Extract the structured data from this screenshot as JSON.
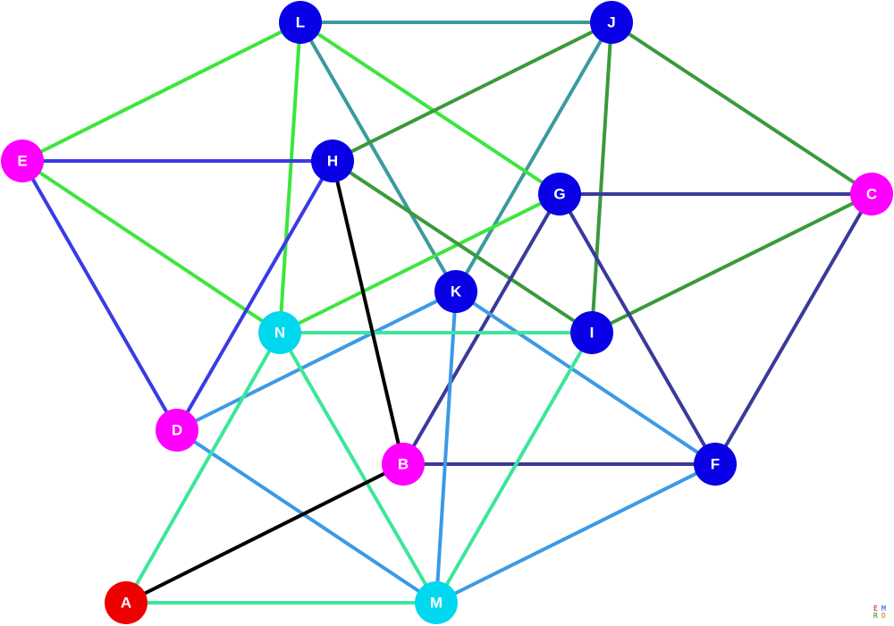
{
  "colors": {
    "background": "#ffffff",
    "node_blue": "#0a00e6",
    "node_magenta": "#ff00ff",
    "node_cyan": "#00d8f0",
    "node_red": "#ee0000",
    "edge_teal": "#3a9aa0",
    "edge_lime": "#3ce63c",
    "edge_dark_green": "#3a9a3a",
    "edge_blue": "#3a3ae6",
    "edge_navy": "#3a3a9a",
    "edge_light_blue": "#3c9ae6",
    "edge_mint": "#3ce69a",
    "edge_black": "#000000"
  },
  "nodes": [
    {
      "id": "L",
      "label": "L",
      "color": "node_blue"
    },
    {
      "id": "J",
      "label": "J",
      "color": "node_blue"
    },
    {
      "id": "E",
      "label": "E",
      "color": "node_magenta"
    },
    {
      "id": "H",
      "label": "H",
      "color": "node_blue"
    },
    {
      "id": "G",
      "label": "G",
      "color": "node_blue"
    },
    {
      "id": "C",
      "label": "C",
      "color": "node_magenta"
    },
    {
      "id": "K",
      "label": "K",
      "color": "node_blue"
    },
    {
      "id": "N",
      "label": "N",
      "color": "node_cyan"
    },
    {
      "id": "I",
      "label": "I",
      "color": "node_blue"
    },
    {
      "id": "D",
      "label": "D",
      "color": "node_magenta"
    },
    {
      "id": "B",
      "label": "B",
      "color": "node_magenta"
    },
    {
      "id": "F",
      "label": "F",
      "color": "node_blue"
    },
    {
      "id": "A",
      "label": "A",
      "color": "node_red"
    },
    {
      "id": "M",
      "label": "M",
      "color": "node_cyan"
    }
  ],
  "edges": [
    {
      "from": "L",
      "to": "J",
      "color": "edge_teal"
    },
    {
      "from": "L",
      "to": "K",
      "color": "edge_teal"
    },
    {
      "from": "J",
      "to": "K",
      "color": "edge_teal"
    },
    {
      "from": "L",
      "to": "E",
      "color": "edge_lime"
    },
    {
      "from": "L",
      "to": "N",
      "color": "edge_lime"
    },
    {
      "from": "L",
      "to": "G",
      "color": "edge_lime"
    },
    {
      "from": "E",
      "to": "N",
      "color": "edge_lime"
    },
    {
      "from": "G",
      "to": "N",
      "color": "edge_lime"
    },
    {
      "from": "J",
      "to": "H",
      "color": "edge_dark_green"
    },
    {
      "from": "J",
      "to": "C",
      "color": "edge_dark_green"
    },
    {
      "from": "J",
      "to": "I",
      "color": "edge_dark_green"
    },
    {
      "from": "H",
      "to": "I",
      "color": "edge_dark_green"
    },
    {
      "from": "C",
      "to": "I",
      "color": "edge_dark_green"
    },
    {
      "from": "E",
      "to": "H",
      "color": "edge_blue"
    },
    {
      "from": "E",
      "to": "D",
      "color": "edge_blue"
    },
    {
      "from": "H",
      "to": "D",
      "color": "edge_blue"
    },
    {
      "from": "G",
      "to": "C",
      "color": "edge_navy"
    },
    {
      "from": "G",
      "to": "B",
      "color": "edge_navy"
    },
    {
      "from": "G",
      "to": "F",
      "color": "edge_navy"
    },
    {
      "from": "C",
      "to": "F",
      "color": "edge_navy"
    },
    {
      "from": "B",
      "to": "F",
      "color": "edge_navy"
    },
    {
      "from": "K",
      "to": "D",
      "color": "edge_light_blue"
    },
    {
      "from": "K",
      "to": "F",
      "color": "edge_light_blue"
    },
    {
      "from": "K",
      "to": "M",
      "color": "edge_light_blue"
    },
    {
      "from": "D",
      "to": "M",
      "color": "edge_light_blue"
    },
    {
      "from": "F",
      "to": "M",
      "color": "edge_light_blue"
    },
    {
      "from": "N",
      "to": "I",
      "color": "edge_mint"
    },
    {
      "from": "N",
      "to": "A",
      "color": "edge_mint"
    },
    {
      "from": "N",
      "to": "M",
      "color": "edge_mint"
    },
    {
      "from": "I",
      "to": "M",
      "color": "edge_mint"
    },
    {
      "from": "A",
      "to": "M",
      "color": "edge_mint"
    },
    {
      "from": "H",
      "to": "B",
      "color": "edge_black"
    },
    {
      "from": "B",
      "to": "A",
      "color": "edge_black"
    }
  ],
  "logo": {
    "text": "EMRD"
  }
}
